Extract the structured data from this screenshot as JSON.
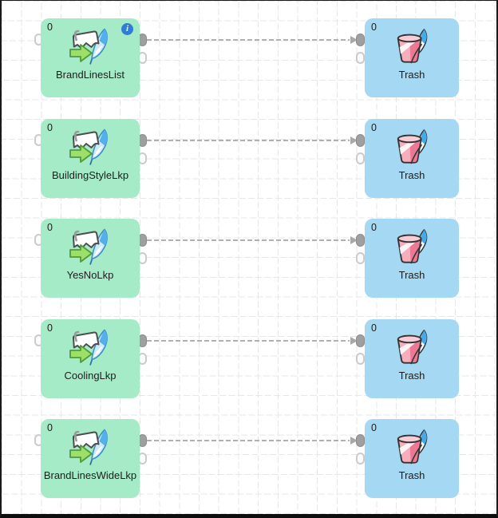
{
  "canvas": {
    "type": "workflow-canvas",
    "grid": "dashed-25px"
  },
  "rows": [
    {
      "source": {
        "label": "BrandLinesList",
        "count": "0",
        "has_info": true
      },
      "connector": {
        "style": "dashed-arrow"
      },
      "target": {
        "label": "Trash",
        "count": "0"
      }
    },
    {
      "source": {
        "label": "BuildingStyleLkp",
        "count": "0",
        "has_info": false
      },
      "connector": {
        "style": "dashed-arrow"
      },
      "target": {
        "label": "Trash",
        "count": "0"
      }
    },
    {
      "source": {
        "label": "YesNoLkp",
        "count": "0",
        "has_info": false
      },
      "connector": {
        "style": "dashed-arrow"
      },
      "target": {
        "label": "Trash",
        "count": "0"
      }
    },
    {
      "source": {
        "label": "CoolingLkp",
        "count": "0",
        "has_info": false
      },
      "connector": {
        "style": "dashed-arrow"
      },
      "target": {
        "label": "Trash",
        "count": "0"
      }
    },
    {
      "source": {
        "label": "BrandLinesWideLkp",
        "count": "0",
        "has_info": false
      },
      "connector": {
        "style": "dashed-arrow"
      },
      "target": {
        "label": "Trash",
        "count": "0"
      }
    }
  ],
  "icons": {
    "info_glyph": "i",
    "source_tool": "text-import-feather-icon",
    "target_tool": "trash-feather-icon"
  },
  "colors": {
    "source_node_fill": "#a5ebc7",
    "target_node_fill": "#a5d8f3",
    "connector": "#b0b0b0",
    "info_badge": "#2c7ed6",
    "grid_line": "#e7e7e7",
    "canvas_border": "#1a1a1a"
  }
}
